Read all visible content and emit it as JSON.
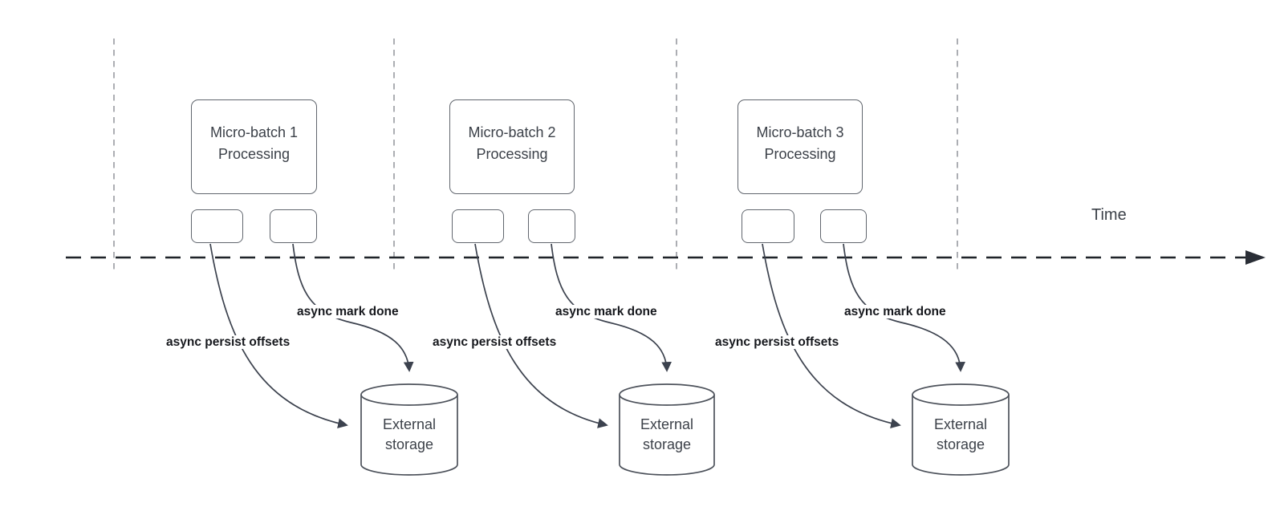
{
  "diagram": {
    "time_axis_label": "Time",
    "sections": [
      {
        "box_line1": "Micro-batch 1",
        "box_line2": "Processing",
        "persist_arrow_label": "async persist offsets",
        "mark_arrow_label": "async mark done",
        "storage_line1": "External",
        "storage_line2": "storage"
      },
      {
        "box_line1": "Micro-batch 2",
        "box_line2": "Processing",
        "persist_arrow_label": "async persist offsets",
        "mark_arrow_label": "async mark done",
        "storage_line1": "External",
        "storage_line2": "storage"
      },
      {
        "box_line1": "Micro-batch 3",
        "box_line2": "Processing",
        "persist_arrow_label": "async persist offsets",
        "mark_arrow_label": "async mark done",
        "storage_line1": "External",
        "storage_line2": "storage"
      }
    ],
    "colors": {
      "background": "#ffffff",
      "box_border": "#61666e",
      "cylinder_border": "#4d525b",
      "arrow": "#3c424e",
      "timeline": "#1f2329",
      "gridline": "#a3a6ab",
      "label_text": "#16181d",
      "box_text": "#3c4149"
    }
  }
}
